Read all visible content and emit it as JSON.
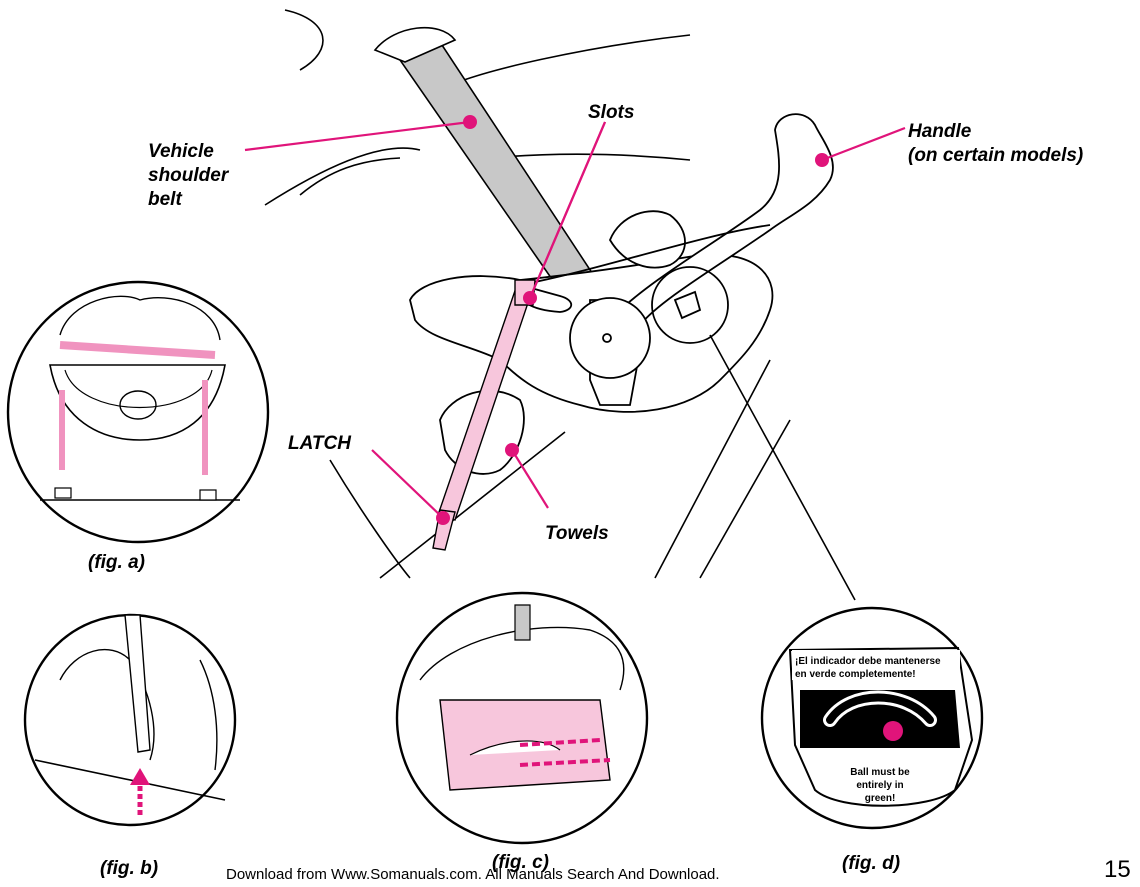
{
  "labels": {
    "vehicle_shoulder_belt": "Vehicle\nshoulder\nbelt",
    "slots": "Slots",
    "handle": "Handle\n(on certain models)",
    "latch": "LATCH",
    "towels": "Towels"
  },
  "figures": {
    "a": "(fig. a)",
    "b": "(fig. b)",
    "c": "(fig. c)",
    "d": "(fig. d)"
  },
  "sticker": {
    "spanish_line1": "¡El indicador debe mantenerse",
    "spanish_line2": "en verde completemente!",
    "english_line1": "Ball must be",
    "english_line2": "entirely in",
    "english_line3": "green!"
  },
  "footer": "Download from Www.Somanuals.com. All Manuals Search And Download.",
  "page_number": "15",
  "colors": {
    "accent": "#e0147a",
    "strap": "#f7c6dc",
    "belt": "#c8c8c8"
  }
}
